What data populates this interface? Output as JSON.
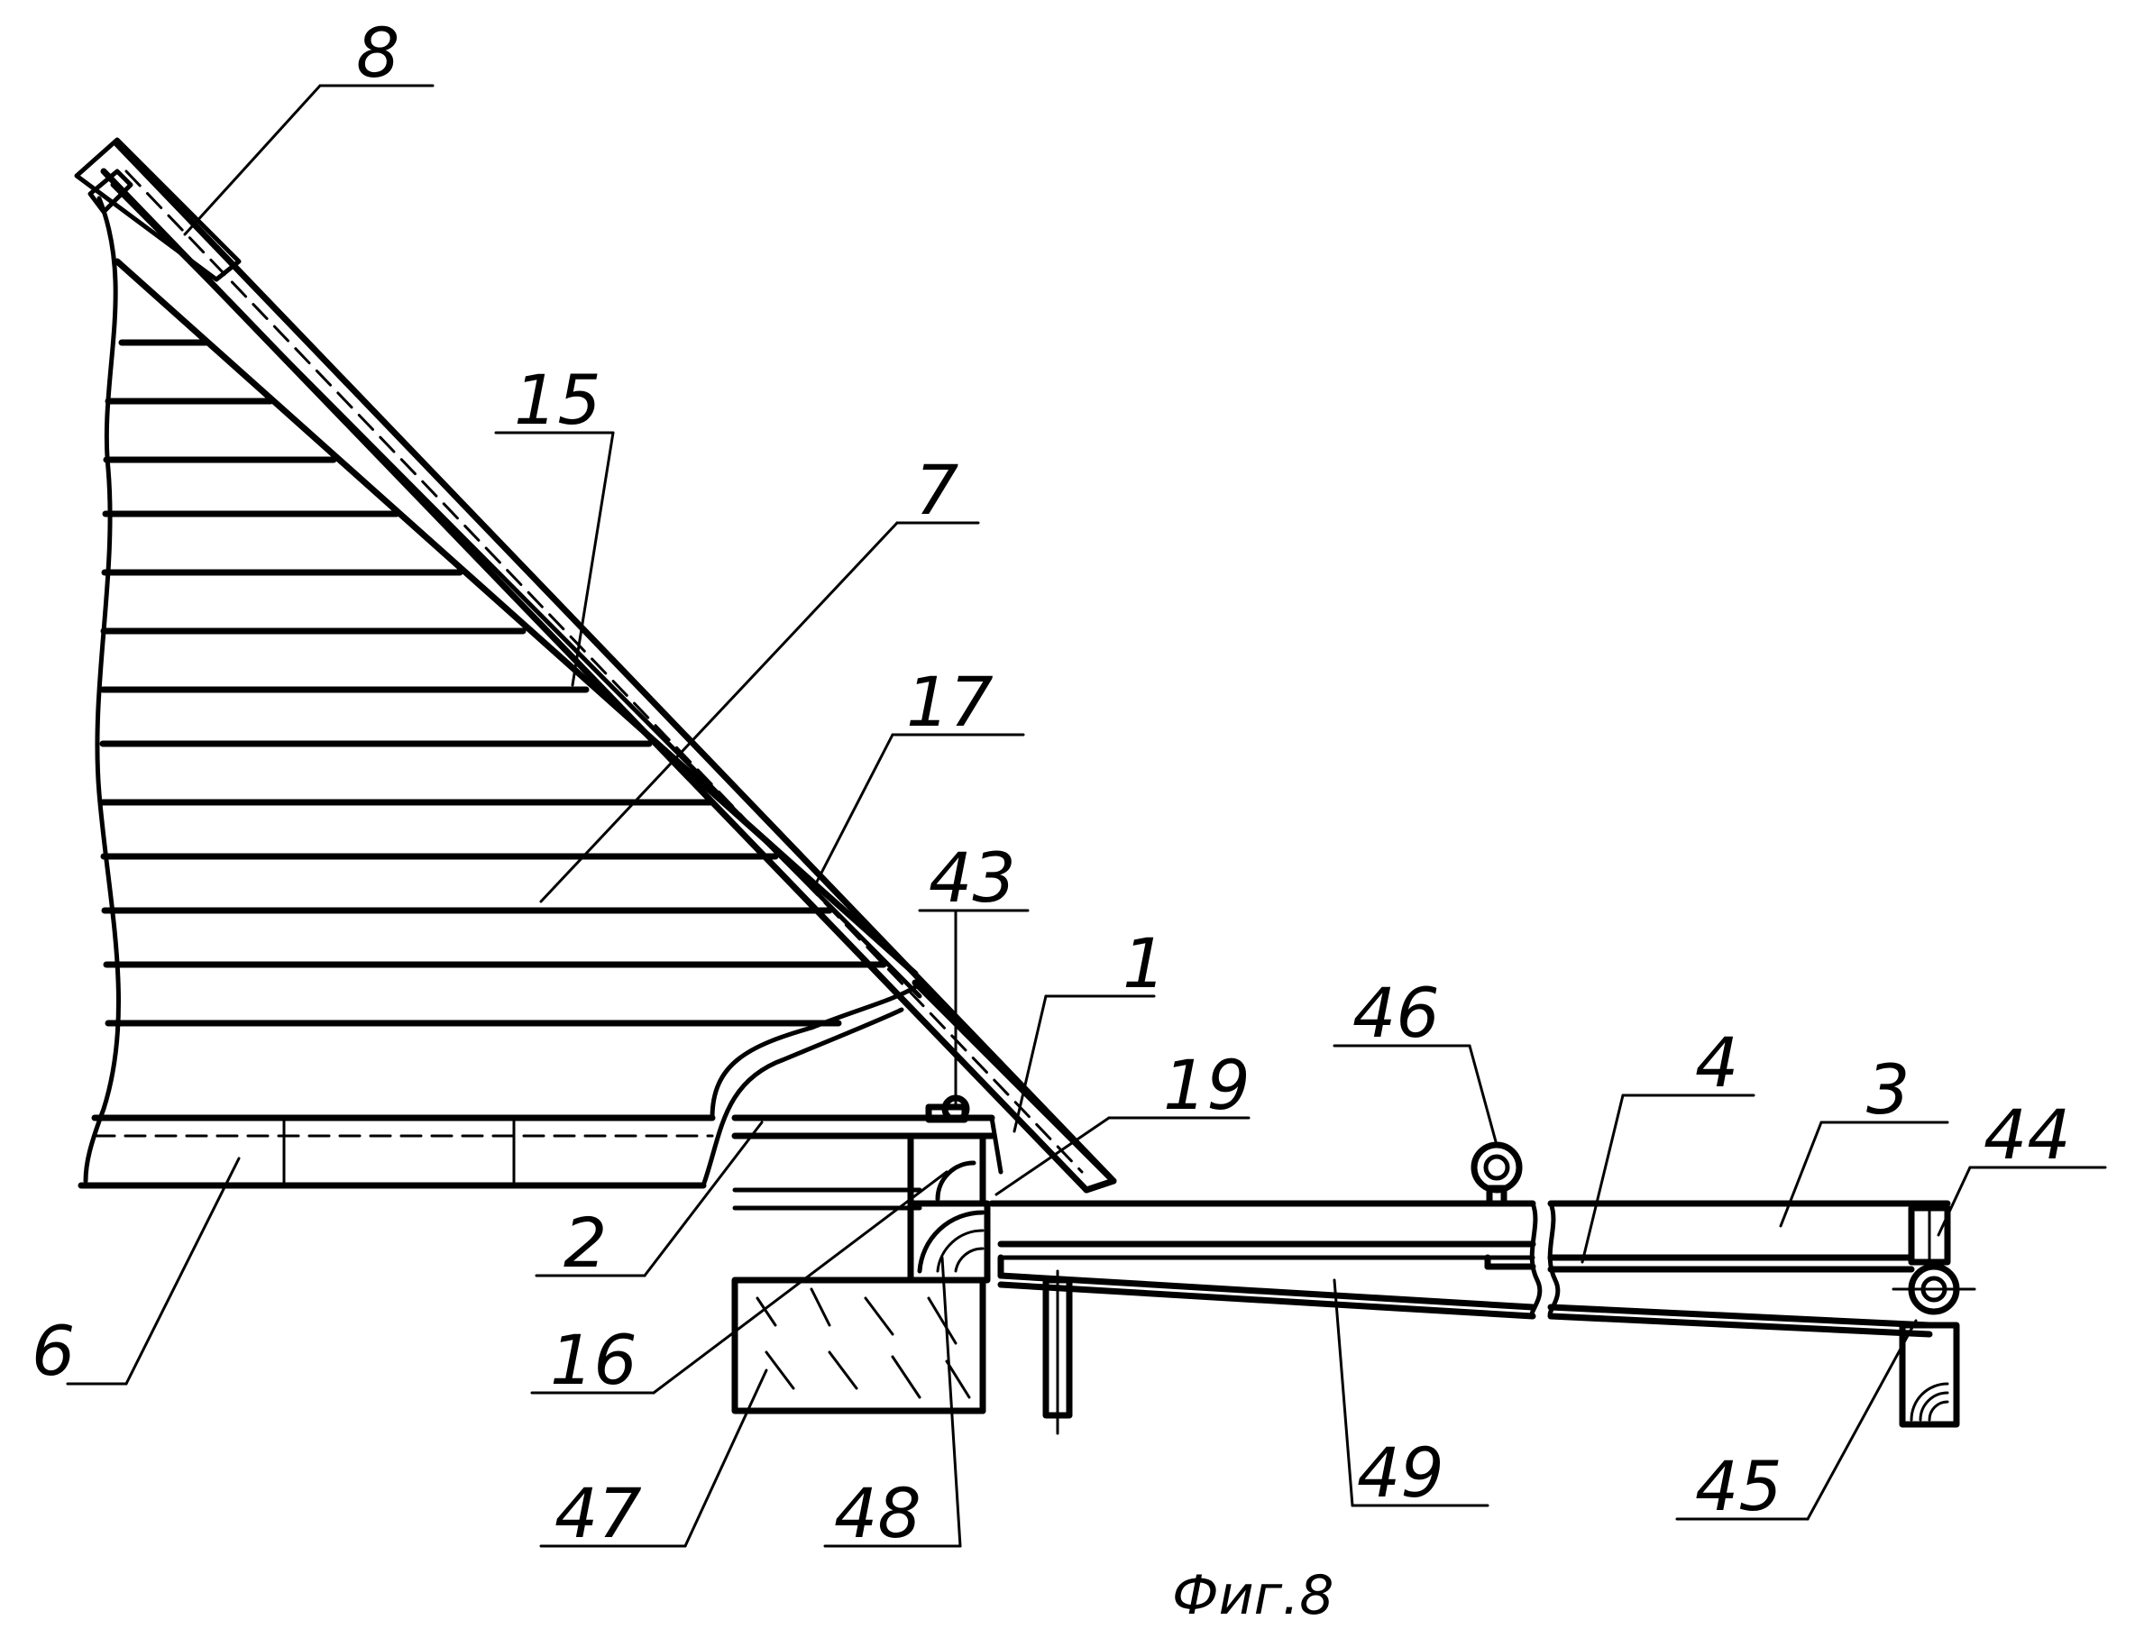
{
  "figure": {
    "caption": "Фиг.8",
    "callouts": [
      {
        "id": "c8",
        "text": "8"
      },
      {
        "id": "c15",
        "text": "15"
      },
      {
        "id": "c7",
        "text": "7"
      },
      {
        "id": "c17",
        "text": "17"
      },
      {
        "id": "c43",
        "text": "43"
      },
      {
        "id": "c1",
        "text": "1"
      },
      {
        "id": "c19",
        "text": "19"
      },
      {
        "id": "c46",
        "text": "46"
      },
      {
        "id": "c4",
        "text": "4"
      },
      {
        "id": "c3",
        "text": "3"
      },
      {
        "id": "c44",
        "text": "44"
      },
      {
        "id": "c6",
        "text": "6"
      },
      {
        "id": "c2",
        "text": "2"
      },
      {
        "id": "c16",
        "text": "16"
      },
      {
        "id": "c47",
        "text": "47"
      },
      {
        "id": "c48",
        "text": "48"
      },
      {
        "id": "c49",
        "text": "49"
      },
      {
        "id": "c45",
        "text": "45"
      }
    ]
  }
}
